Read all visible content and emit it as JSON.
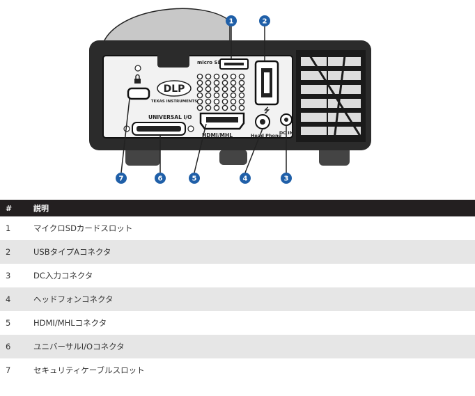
{
  "figure": {
    "labels": {
      "micro_sd": "micro SD",
      "universal_io": "UNIVERSAL I/O",
      "hdmi_mhl": "HDMI/MHL",
      "head_phone": "Head Phone",
      "dc_in": "DC IN",
      "dlp_brand": "DLP",
      "dlp_sub": "TEXAS INSTRUMENTS",
      "usb_symbol": "⭍"
    },
    "callouts": [
      "1",
      "2",
      "3",
      "4",
      "5",
      "6",
      "7"
    ],
    "callout_color": "#1f5fa8"
  },
  "table": {
    "headers": {
      "num": "#",
      "desc": "説明"
    },
    "rows": [
      {
        "num": "1",
        "desc": "マイクロSDカードスロット"
      },
      {
        "num": "2",
        "desc": "USBタイプAコネクタ"
      },
      {
        "num": "3",
        "desc": "DC入力コネクタ"
      },
      {
        "num": "4",
        "desc": "ヘッドフォンコネクタ"
      },
      {
        "num": "5",
        "desc": "HDMI/MHLコネクタ"
      },
      {
        "num": "6",
        "desc": "ユニバーサルI/Oコネクタ"
      },
      {
        "num": "7",
        "desc": "セキュリティケーブルスロット"
      }
    ]
  }
}
